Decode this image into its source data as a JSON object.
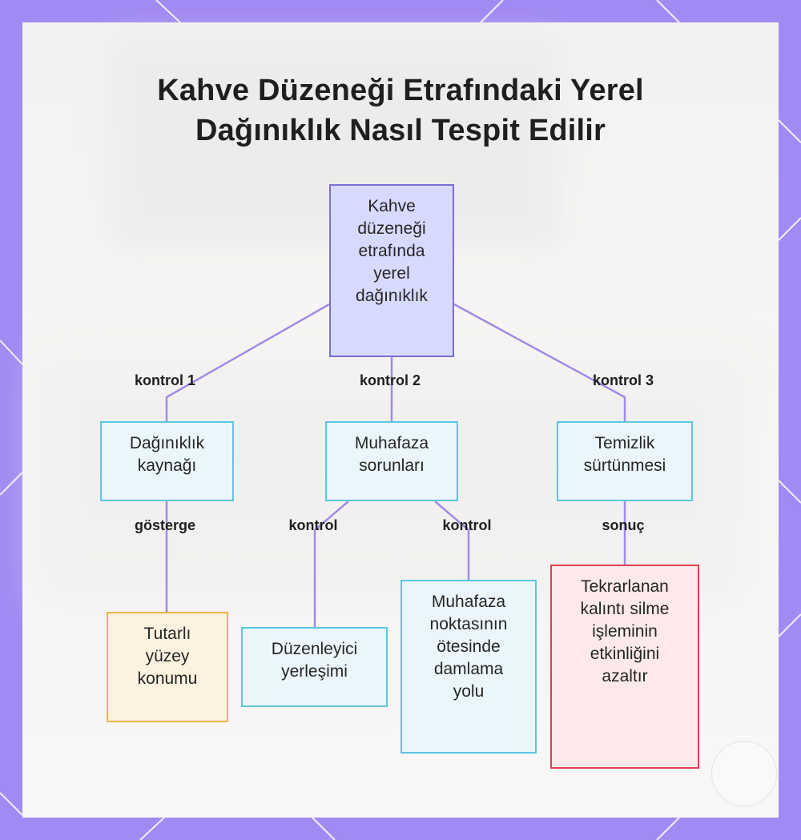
{
  "title_line1": "Kahve Düzeneği Etrafındaki Yerel",
  "title_line2": "Dağınıklık Nasıl Tespit Edilir",
  "nodes": {
    "root": "Kahve düzeneği etrafında yerel dağınıklık",
    "source": "Dağınıklık kaynağı",
    "containment": "Muhafaza sorunları",
    "cleaning": "Temizlik sürtünmesi",
    "surface": "Tutarlı yüzey konumu",
    "organizer": "Düzenleyici yerleşimi",
    "drip": "Muhafaza noktasının ötesinde damlama yolu",
    "residue": "Tekrarlanan kalıntı silme işleminin etkinliğini azaltır"
  },
  "edges": {
    "check1": "kontrol 1",
    "check2": "kontrol 2",
    "check3": "kontrol 3",
    "indicator": "gösterge",
    "control_left": "kontrol",
    "control_right": "kontrol",
    "result": "sonuç"
  },
  "colors": {
    "background": "#a18af2",
    "root_fill": "#d7daff",
    "root_border": "#7b6fd4",
    "mid_fill": "#eaf6fc",
    "mid_border": "#5cc6e0",
    "orange_fill": "#fdf1df",
    "orange_border": "#f2b34d",
    "red_fill": "#fde9ea",
    "red_border": "#d94255",
    "edge": "#a18be6"
  }
}
